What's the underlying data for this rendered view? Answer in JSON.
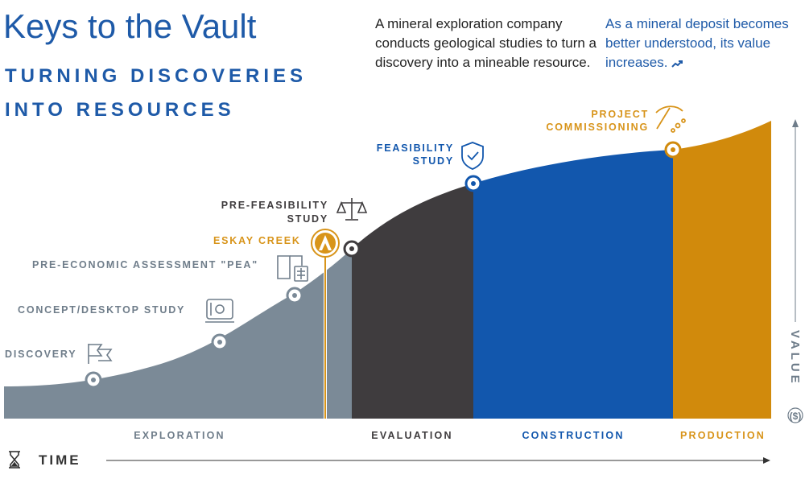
{
  "header": {
    "title": "Keys to the Vault",
    "subtitle_line1": "TURNING DISCOVERIES",
    "subtitle_line2": "INTO RESOURCES",
    "intro_text": "A mineral exploration company conducts geological studies to turn a discovery into a mineable resource.",
    "value_text": "As a mineral deposit becomes better understood, its value increases."
  },
  "stages": {
    "discovery": "DISCOVERY",
    "concept": "CONCEPT/DESKTOP STUDY",
    "pea": "PRE-ECONOMIC ASSESSMENT \"PEA\"",
    "eskay": "ESKAY CREEK",
    "prefeas_line1": "PRE-FEASIBILITY",
    "prefeas_line2": "STUDY",
    "feas_line1": "FEASIBILITY",
    "feas_line2": "STUDY",
    "proj_line1": "PROJECT",
    "proj_line2": "COMMISSIONING"
  },
  "phases": {
    "exploration": "EXPLORATION",
    "evaluation": "EVALUATION",
    "construction": "CONSTRUCTION",
    "production": "PRODUCTION"
  },
  "axes": {
    "x_label": "TIME",
    "y_label": "VALUE",
    "y_unit": "($)"
  },
  "colors": {
    "exploration": "#7b8a97",
    "evaluation": "#3f3c3e",
    "construction": "#1257ad",
    "production": "#d18a0c",
    "title_blue": "#1e5aa8",
    "gold": "#d8941a",
    "gray_label": "#6f7d8a"
  },
  "icons": [
    "flag-icon",
    "blueprint-icon",
    "book-calculator-icon",
    "scales-icon",
    "shield-check-icon",
    "pickaxe-icon",
    "hourglass-icon",
    "trend-icon",
    "company-logo"
  ]
}
